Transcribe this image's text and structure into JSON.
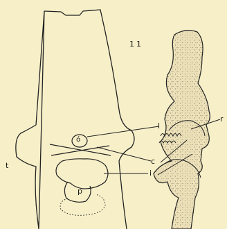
{
  "figure": {
    "number": "11",
    "labels": {
      "t": "t",
      "l": "l",
      "r": "r",
      "c": "c",
      "i": "i",
      "p": "p",
      "g": "ó"
    }
  }
}
